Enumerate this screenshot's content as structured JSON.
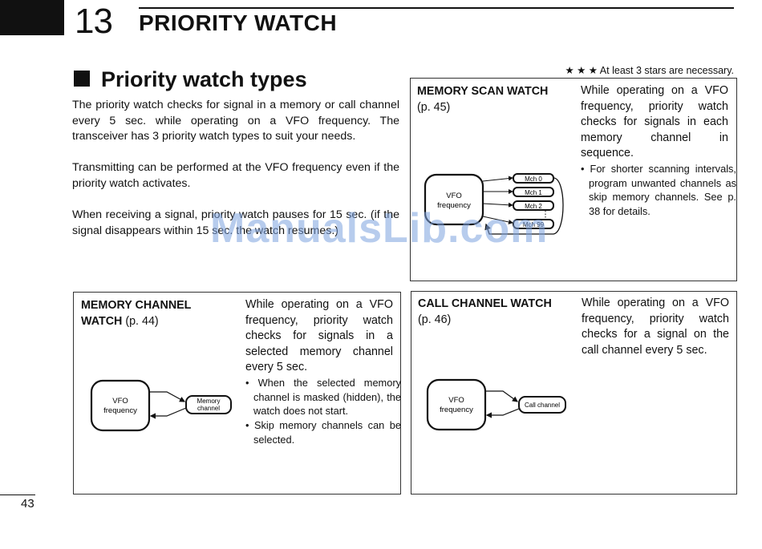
{
  "chapter": {
    "number": "13",
    "title": "PRIORITY WATCH"
  },
  "section": {
    "title": "Priority watch types"
  },
  "intro": {
    "p1": "The priority watch checks for signal in a memory or call channel every 5 sec. while operating on a VFO frequency. The transceiver has 3 priority watch types to suit your needs.",
    "p2": "Transmitting can be performed at the VFO frequency even if the priority watch activates.",
    "p3": "When receiving a signal, priority watch pauses for 15 sec. (if the signal disappears within 15 sec. the watch resumes.)"
  },
  "stars_note": "★ ★ ★ At least 3 stars are necessary.",
  "memory_scan_watch": {
    "title": "MEMORY SCAN WATCH",
    "ref": "(p. 45)",
    "text": "While operating on a VFO frequency, priority watch checks for signals in each memory channel in sequence.",
    "note": "For shorter scanning intervals, program unwanted channels as skip memory channels. See p. 38 for details.",
    "diagram": {
      "vfo_line1": "VFO",
      "vfo_line2": "frequency",
      "ch0": "Mch 0",
      "ch1": "Mch 1",
      "ch2": "Mch 2",
      "ch3": "Mch 99"
    }
  },
  "memory_channel_watch": {
    "title": "MEMORY CHANNEL WATCH",
    "ref": "(p. 44)",
    "text": "While operating on a VFO frequency, priority watch checks for signals in a selected memory channel every 5 sec.",
    "note1": "When the selected memory channel is masked (hidden), the watch does not start.",
    "note2": "Skip memory channels can be selected.",
    "diagram": {
      "vfo_line1": "VFO",
      "vfo_line2": "frequency",
      "target_line1": "Memory",
      "target_line2": "channel"
    }
  },
  "call_channel_watch": {
    "title": "CALL CHANNEL WATCH",
    "ref": "(p. 46)",
    "text": "While operating on a VFO frequency, priority watch checks for a signal on the call channel every 5 sec.",
    "diagram": {
      "vfo_line1": "VFO",
      "vfo_line2": "frequency",
      "target": "Call channel"
    }
  },
  "watermark": "ManualsLib.com",
  "page_number": "43"
}
